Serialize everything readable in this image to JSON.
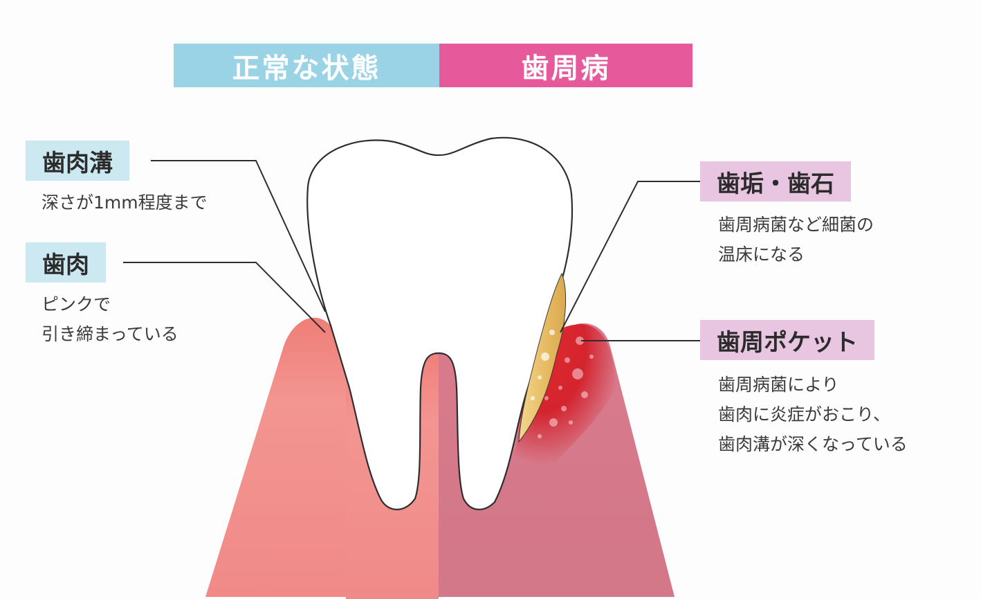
{
  "header": {
    "normal_label": "正常な状態",
    "disease_label": "歯周病",
    "normal_color": "#9ad3e6",
    "disease_color": "#e65a9c"
  },
  "left": {
    "sulcus": {
      "title": "歯肉溝",
      "description": "深さが1mm程度まで"
    },
    "gum": {
      "title": "歯肉",
      "description": "ピンクで\n引き締まっている"
    }
  },
  "right": {
    "plaque": {
      "title": "歯垢・歯石",
      "description": "歯周病菌など細菌の\n温床になる"
    },
    "pocket": {
      "title": "歯周ポケット",
      "description": "歯周病菌により\n歯肉に炎症がおこり、\n歯肉溝が深くなっている"
    }
  },
  "illustration": {
    "healthy_gum_color": "#f08a88",
    "diseased_gum_color": "#d27888",
    "inflamed_color": "#d8212b",
    "plaque_color": "#e9bf68",
    "tooth_color": "#ffffff"
  }
}
